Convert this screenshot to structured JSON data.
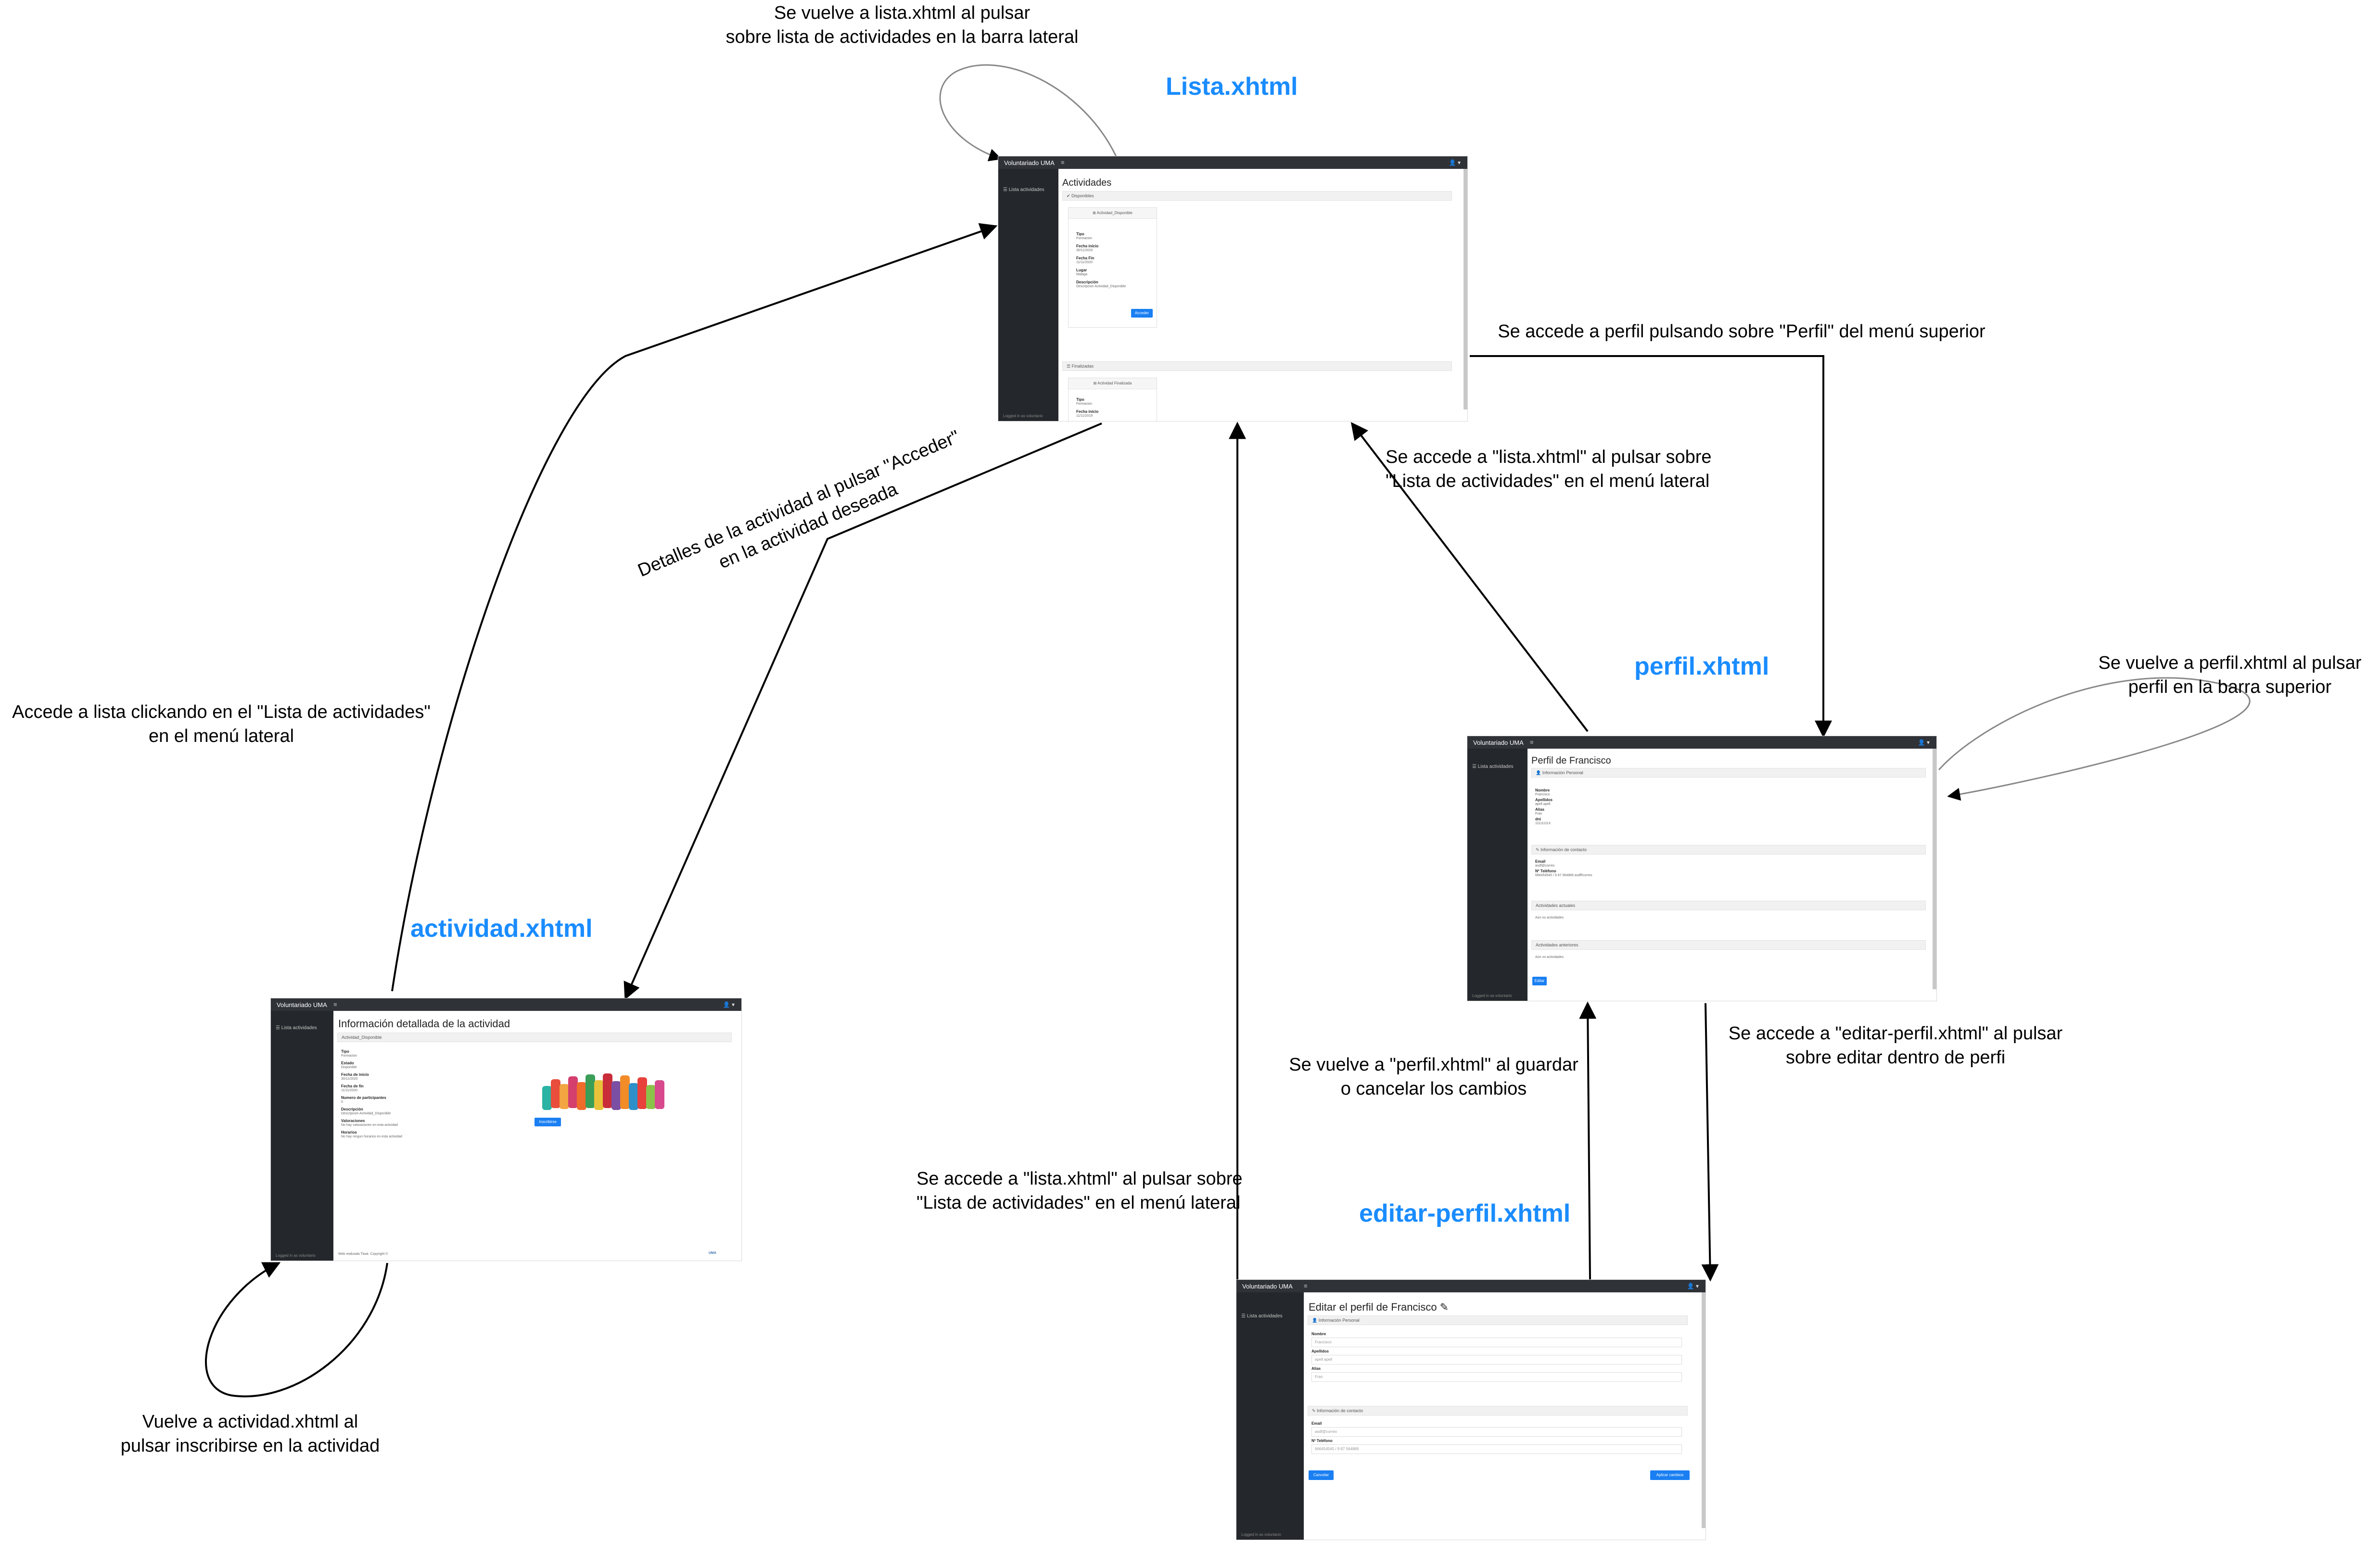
{
  "titles": {
    "lista": "Lista.xhtml",
    "perfil": "perfil.xhtml",
    "actividad": "actividad.xhtml",
    "editar": "editar-perfil.xhtml"
  },
  "notes": {
    "lista_self_1": "Se vuelve a lista.xhtml al pulsar",
    "lista_self_2": "sobre lista de actividades en la barra lateral",
    "lista_to_perfil": "Se accede a perfil pulsando sobre \"Perfil\" del menú superior",
    "perfil_to_lista_1": "Se accede a \"lista.xhtml\" al pulsar sobre",
    "perfil_to_lista_2": "\"Lista de actividades\" en el menú lateral",
    "perfil_self_1": "Se vuelve a perfil.xhtml al pulsar",
    "perfil_self_2": "perfil en la barra superior",
    "lista_to_actividad_1": "Detalles de la actividad al pulsar \"Acceder\"",
    "lista_to_actividad_2": "en la actividad deseada",
    "actividad_to_lista_1": "Accede a lista clickando en el \"Lista de actividades\"",
    "actividad_to_lista_2": "en el menú lateral",
    "editar_to_perfil_1": "Se vuelve a \"perfil.xhtml\" al guardar",
    "editar_to_perfil_2": "o cancelar los cambios",
    "perfil_to_editar_1": "Se accede a \"editar-perfil.xhtml\" al pulsar",
    "perfil_to_editar_2": "sobre editar dentro de perfi",
    "editar_to_lista_1": "Se accede a \"lista.xhtml\" al pulsar sobre",
    "editar_to_lista_2": "\"Lista de actividades\" en el menú lateral",
    "actividad_self_1": "Vuelve a actividad.xhtml al",
    "actividad_self_2": "pulsar inscribirse en la actividad"
  },
  "app": {
    "brand": "Voluntariado UMA",
    "burger": "≡",
    "user": "👤 ▾",
    "sidebar_item": "☰ Lista actividades",
    "sidebar_foot": "Logged in as voluntario"
  },
  "lista_screen": {
    "heading": "Actividades",
    "section_disponibles": "✔ Disponibles",
    "section_finalizadas": "☰ Finalizadas",
    "card1_title": "⊞ Actividad_Disponible",
    "card2_title": "⊞ Actividad Finalizada",
    "tipo_label": "Tipo",
    "tipo_value": "Formacion",
    "fecha_inicio_label": "Fecha inicio",
    "fecha_inicio_value": "30/11/2020",
    "fecha_fin_label": "Fecha Fin",
    "fecha_fin_value": "11/11/2020",
    "lugar_label": "Lugar",
    "lugar_value": "Malaga",
    "descripcion_label": "Descripción",
    "descripcion_value": "Descripcion Actividad_Disponible",
    "acceder": "Acceder",
    "fin_tipo_value": "Formacion",
    "fin_fecha_value": "11/11/2019"
  },
  "perfil_screen": {
    "heading": "Perfil de Francisco",
    "section_personal": "👤 Información Personal",
    "nombre_label": "Nombre",
    "nombre_value": "Francisco",
    "apellidos_label": "Apellidos",
    "apellidos_value": "apell apell",
    "alias_label": "Alias",
    "alias_value": "Fran",
    "dni_label": "dni",
    "dni_value": "11111111X",
    "section_contacto": "✎ Información de contacto",
    "email_label": "Email",
    "email_value": "asdf@correo",
    "telefono_label": "Nº Teléfono",
    "telefono_value": "666454545 / 9 87 564889 asdff/correo",
    "section_actuales": "Actividades actuales",
    "actuales_value": "Aún no actividades",
    "section_anteriores": "Actividades anteriores",
    "anteriores_value": "Aún no actividades",
    "editar": "Editar"
  },
  "actividad_screen": {
    "heading": "Información detallada de la actividad",
    "section": "Actividad_Disponible",
    "tipo_label": "Tipo",
    "tipo_value": "Formacion",
    "estado_label": "Estado",
    "estado_value": "Disponible",
    "fecha_inicio_label": "Fecha de inicio",
    "fecha_inicio_value": "30/11/2020",
    "fecha_fin_label": "Fecha de fin",
    "fecha_fin_value": "11/11/2020",
    "participantes_label": "Numero de participantes",
    "participantes_value": "0",
    "descripcion_label": "Descripción",
    "descripcion_value": "Descripcion Actividad_Disponible",
    "valoraciones_label": "Valoraciones",
    "valoraciones_value": "No hay valoraciones en esta actividad",
    "horarios_label": "Horarios",
    "horarios_value": "No hay ningun horarios en esta actividad",
    "inscribirse": "Inscribirse",
    "footer_left": "Web realizada Tiwai. Copyright ©",
    "footer_right": "UMA"
  },
  "editar_screen": {
    "heading": "Editar el perfil de Francisco ✎",
    "section_personal": "👤 Información Personal",
    "nombre_label": "Nombre",
    "nombre_value": "Francisco",
    "apellidos_label": "Apellidos",
    "apellidos_value": "apell apell",
    "alias_label": "Alias",
    "alias_value": "Fran",
    "section_contacto": "✎ Información de contacto",
    "email_label": "Email",
    "email_value": "asdf@correo",
    "telefono_label": "Nº Teléfono",
    "telefono_value": "666454545 / 9 87 564889",
    "cancelar": "Cancelar",
    "aplicar": "Aplicar cambios"
  },
  "colors": {
    "title_blue": "#1a8cff",
    "topbar": "#2f3237",
    "sidebar": "#24272b",
    "button": "#1a7ff2",
    "arrow": "#000000"
  }
}
